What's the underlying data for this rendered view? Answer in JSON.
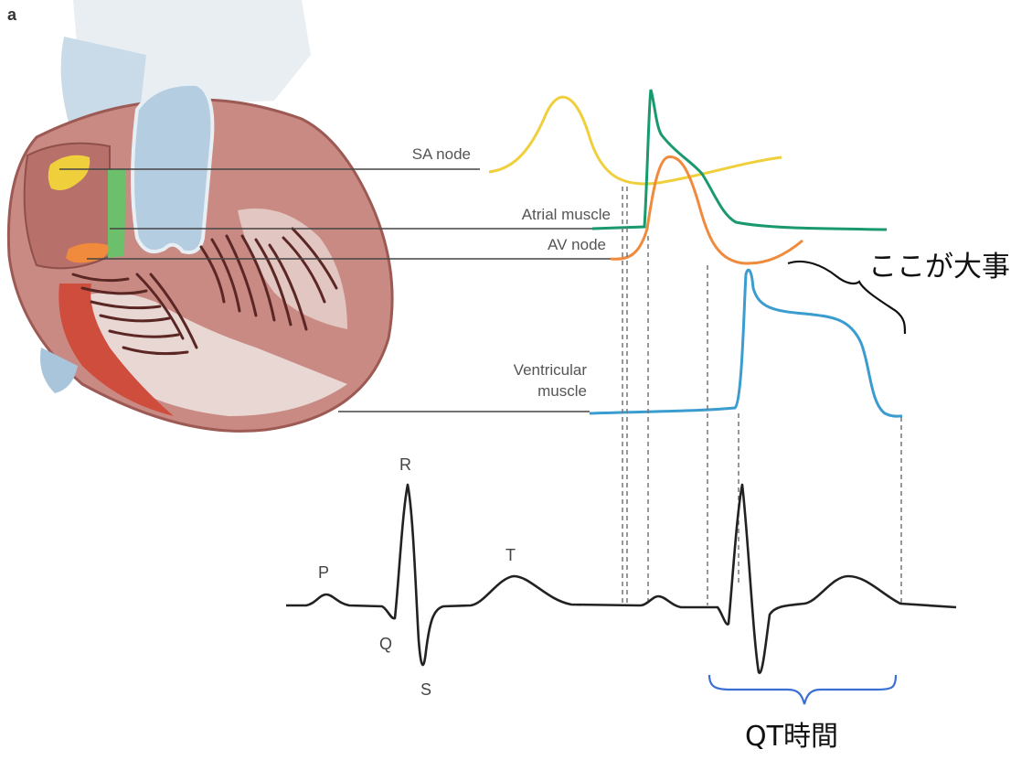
{
  "panel_label": "a",
  "labels": {
    "sa_node": "SA node",
    "atrial_muscle": "Atrial muscle",
    "av_node": "AV node",
    "ventricular_line1": "Ventricular",
    "ventricular_line2": "muscle"
  },
  "ecg_waves": {
    "p": "P",
    "q": "Q",
    "r": "R",
    "s": "S",
    "t": "T"
  },
  "annotations": {
    "important": "ここが大事",
    "qt_interval": "QT時間"
  },
  "colors": {
    "sa_node": "#f0cf3c",
    "atrial_muscle": "#1a9a6c",
    "av_node": "#f08a3c",
    "ventricular_muscle": "#3a9ccf",
    "ecg": "#222222",
    "qt_brace": "#3b6fd6",
    "heart": "#c97b76"
  }
}
